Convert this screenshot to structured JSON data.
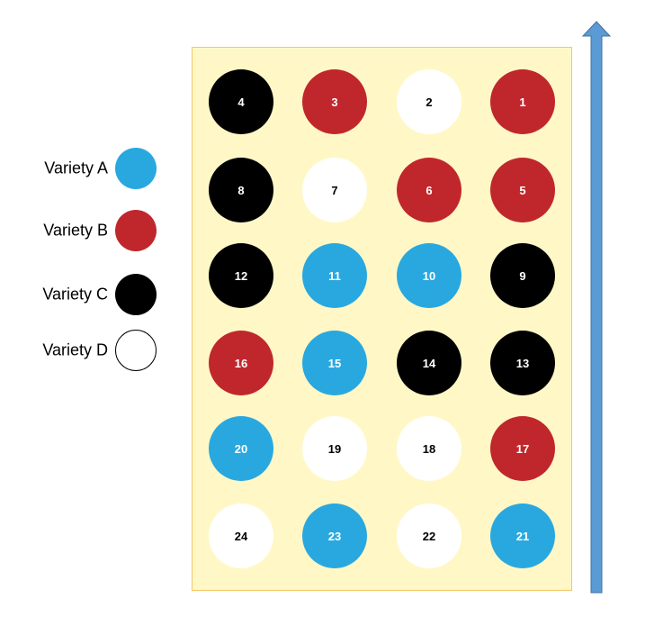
{
  "colors": {
    "variety_a": "#29a8e0",
    "variety_b": "#c0272d",
    "variety_c": "#000000",
    "variety_d": "#ffffff",
    "field_bg": "#fff8c6",
    "arrow": "#5b9bd5"
  },
  "legend": [
    {
      "key": "A",
      "label": "Variety A"
    },
    {
      "key": "B",
      "label": "Variety B"
    },
    {
      "key": "C",
      "label": "Variety C"
    },
    {
      "key": "D",
      "label": "Variety D"
    }
  ],
  "plots": [
    {
      "number": "1",
      "variety": "B"
    },
    {
      "number": "2",
      "variety": "D"
    },
    {
      "number": "3",
      "variety": "B"
    },
    {
      "number": "4",
      "variety": "C"
    },
    {
      "number": "5",
      "variety": "B"
    },
    {
      "number": "6",
      "variety": "B"
    },
    {
      "number": "7",
      "variety": "D"
    },
    {
      "number": "8",
      "variety": "C"
    },
    {
      "number": "9",
      "variety": "C"
    },
    {
      "number": "10",
      "variety": "A"
    },
    {
      "number": "11",
      "variety": "A"
    },
    {
      "number": "12",
      "variety": "C"
    },
    {
      "number": "13",
      "variety": "C"
    },
    {
      "number": "14",
      "variety": "C"
    },
    {
      "number": "15",
      "variety": "A"
    },
    {
      "number": "16",
      "variety": "B"
    },
    {
      "number": "17",
      "variety": "B"
    },
    {
      "number": "18",
      "variety": "D"
    },
    {
      "number": "19",
      "variety": "D"
    },
    {
      "number": "20",
      "variety": "A"
    },
    {
      "number": "21",
      "variety": "A"
    },
    {
      "number": "22",
      "variety": "D"
    },
    {
      "number": "23",
      "variety": "A"
    },
    {
      "number": "24",
      "variety": "D"
    }
  ]
}
